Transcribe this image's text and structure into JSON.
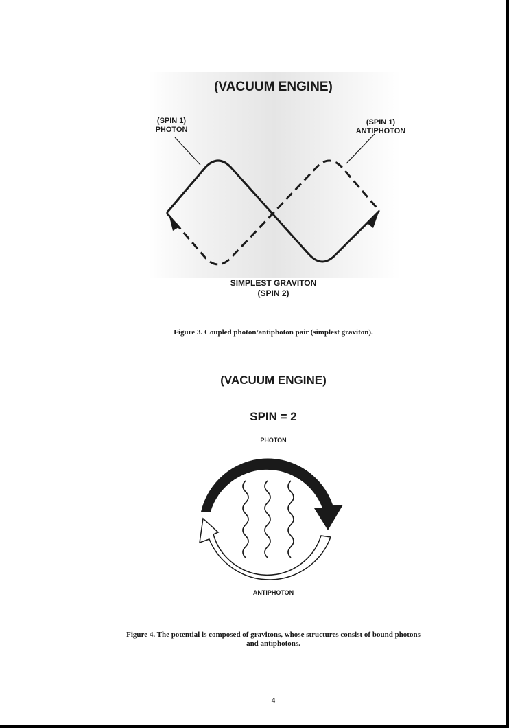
{
  "figure3": {
    "title": "(VACUUM ENGINE)",
    "photon_label_line1": "(SPIN 1)",
    "photon_label_line2": "PHOTON",
    "antiphoton_label_line1": "(SPIN 1)",
    "antiphoton_label_line2": "ANTIPHOTON",
    "bottom_label_line1": "SIMPLEST GRAVITON",
    "bottom_label_line2": "(SPIN 2)",
    "caption": "Figure 3.  Coupled photon/antiphoton pair (simplest graviton)."
  },
  "figure4": {
    "title": "(VACUUM ENGINE)",
    "subtitle": "SPIN = 2",
    "top_label": "PHOTON",
    "bottom_label": "ANTIPHOTON",
    "caption_line1": "Figure 4.  The potential is composed of gravitons, whose structures consist of bound photons",
    "caption_line2": "and antiphotons."
  },
  "page_number": "4"
}
